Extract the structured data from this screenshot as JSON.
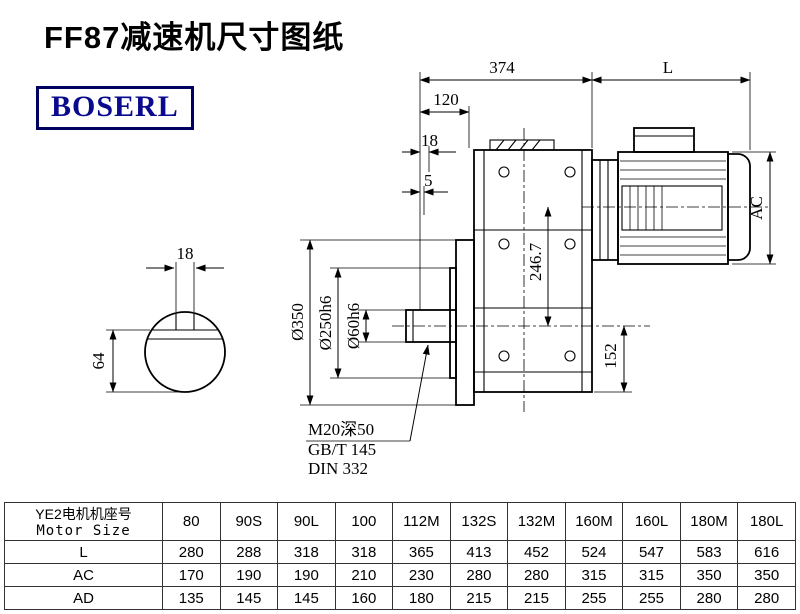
{
  "page": {
    "title": "FF87减速机尺寸图纸",
    "logo": "BOSERL"
  },
  "drawing": {
    "dims": {
      "top_width": "374",
      "motor_length": "L",
      "offset_120": "120",
      "offset_18": "18",
      "offset_5": "5",
      "motor_height": "AC",
      "axis_height": "246.7",
      "base_height": "152",
      "flange_od": "Ø350",
      "spigot_d": "Ø250h6",
      "shaft_d": "Ø60h6",
      "key_width": "18",
      "key_height": "64",
      "tap_note1": "M20深50",
      "tap_note2": "GB/T 145",
      "tap_note3": "DIN 332"
    }
  },
  "table": {
    "row_header_cn": "YE2电机机座号",
    "row_header_en": "Motor Size",
    "sizes": [
      "80",
      "90S",
      "90L",
      "100",
      "112M",
      "132S",
      "132M",
      "160M",
      "160L",
      "180M",
      "180L"
    ],
    "rows": [
      {
        "label": "L",
        "values": [
          "280",
          "288",
          "318",
          "318",
          "365",
          "413",
          "452",
          "524",
          "547",
          "583",
          "616"
        ]
      },
      {
        "label": "AC",
        "values": [
          "170",
          "190",
          "190",
          "210",
          "230",
          "280",
          "280",
          "315",
          "315",
          "350",
          "350"
        ]
      },
      {
        "label": "AD",
        "values": [
          "135",
          "145",
          "145",
          "160",
          "180",
          "215",
          "215",
          "255",
          "255",
          "280",
          "280"
        ]
      }
    ]
  }
}
